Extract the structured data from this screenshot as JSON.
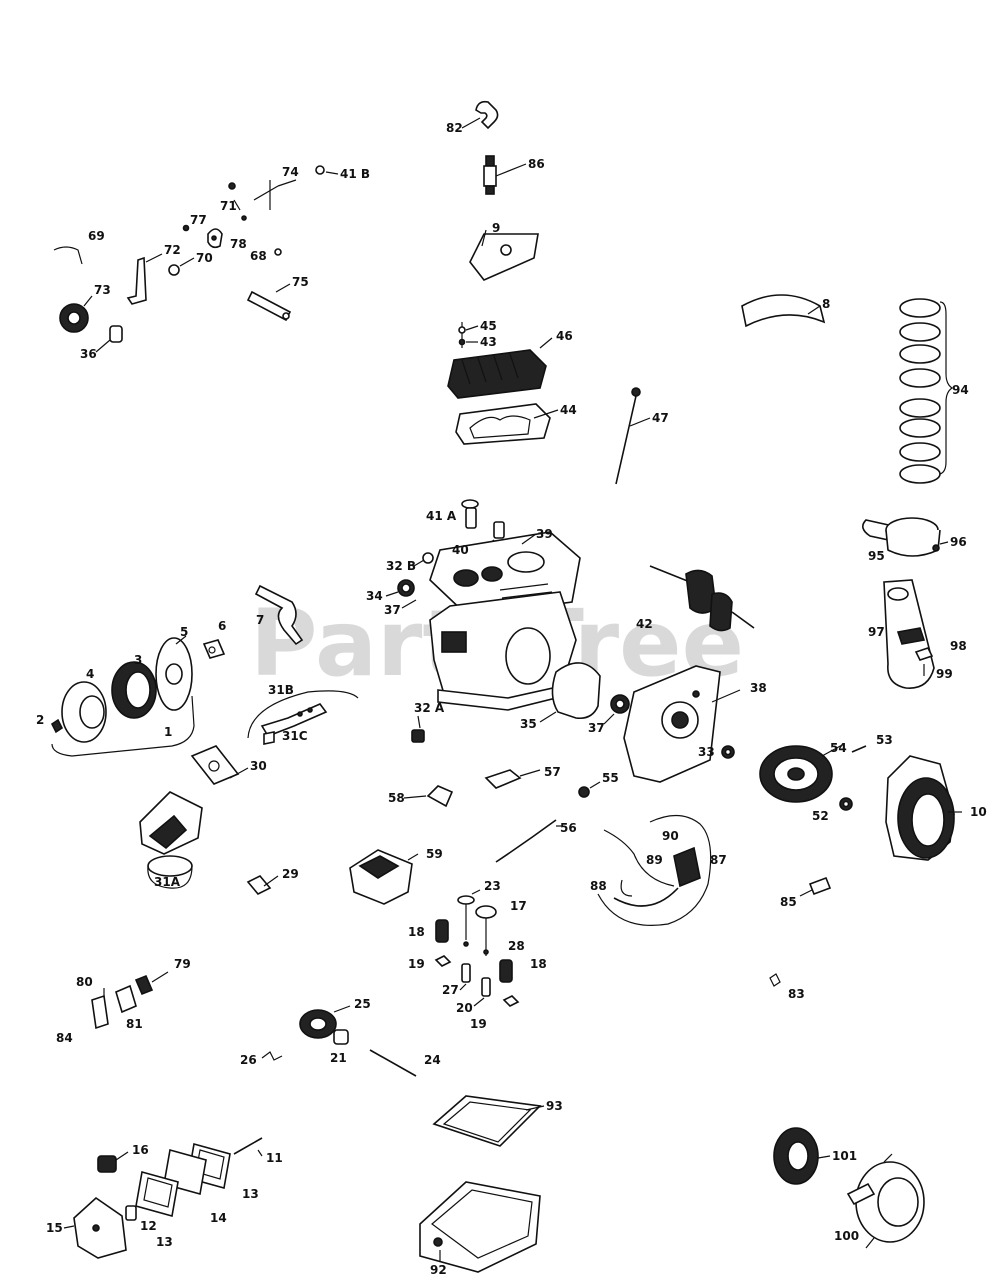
{
  "watermark": "PartsTree",
  "callouts": {
    "c82": "82",
    "c86": "86",
    "c9": "9",
    "c8": "8",
    "c94": "94",
    "c45": "45",
    "c43": "43",
    "c46": "46",
    "c44": "44",
    "c47": "47",
    "c74": "74",
    "c41B": "41 B",
    "c71": "71",
    "c77": "77",
    "c78": "78",
    "c69": "69",
    "c72": "72",
    "c70": "70",
    "c68": "68",
    "c73": "73",
    "c75": "75",
    "c36": "36",
    "c41A": "41 A",
    "c39": "39",
    "c40": "40",
    "c32B": "32 B",
    "c34": "34",
    "c37a": "37",
    "c7": "7",
    "c42": "42",
    "c95": "95",
    "c96": "96",
    "c97": "97",
    "c98": "98",
    "c99": "99",
    "c5": "5",
    "c6": "6",
    "c4": "4",
    "c3": "3",
    "c2": "2",
    "c1": "1",
    "c31B": "31B",
    "c31C": "31C",
    "c32A": "32 A",
    "c35": "35",
    "c37b": "37",
    "c38": "38",
    "c33": "33",
    "c54": "54",
    "c53": "53",
    "c52": "52",
    "c10": "10",
    "c30": "30",
    "c58": "58",
    "c57": "57",
    "c55": "55",
    "c56": "56",
    "c90": "90",
    "c89": "89",
    "c87": "87",
    "c88": "88",
    "c85": "85",
    "c31A": "31A",
    "c29": "29",
    "c59": "59",
    "c23": "23",
    "c17": "17",
    "c18a": "18",
    "c28": "28",
    "c19a": "19",
    "c18b": "18",
    "c27": "27",
    "c20": "20",
    "c19b": "19",
    "c83": "83",
    "c79": "79",
    "c80": "80",
    "c81": "81",
    "c84": "84",
    "c25": "25",
    "c26": "26",
    "c21": "21",
    "c24": "24",
    "c93": "93",
    "c16": "16",
    "c11": "11",
    "c13a": "13",
    "c14": "14",
    "c12": "12",
    "c13b": "13",
    "c15": "15",
    "c92": "92",
    "c101": "101",
    "c100": "100"
  }
}
